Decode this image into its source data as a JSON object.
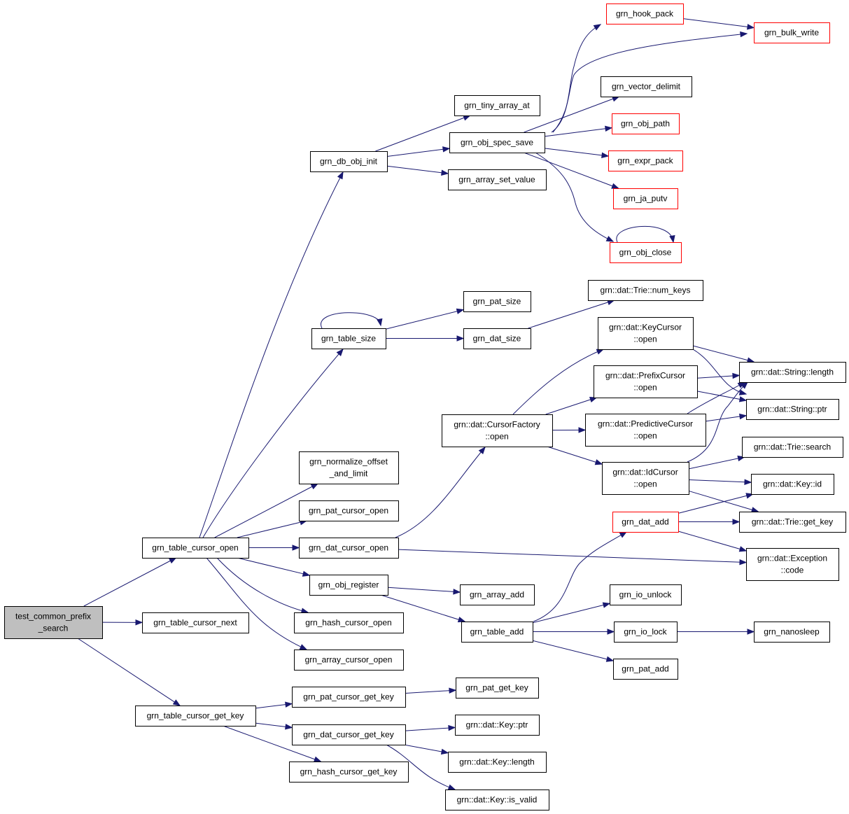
{
  "nodes": {
    "test_common_prefix_search": {
      "label": [
        "test_common_prefix",
        "_search"
      ],
      "style": "root"
    },
    "grn_table_cursor_open": {
      "label": [
        "grn_table_cursor_open"
      ],
      "style": "normal"
    },
    "grn_table_cursor_next": {
      "label": [
        "grn_table_cursor_next"
      ],
      "style": "normal"
    },
    "grn_table_cursor_get_key": {
      "label": [
        "grn_table_cursor_get_key"
      ],
      "style": "normal"
    },
    "grn_db_obj_init": {
      "label": [
        "grn_db_obj_init"
      ],
      "style": "normal"
    },
    "grn_table_size": {
      "label": [
        "grn_table_size"
      ],
      "style": "normal"
    },
    "grn_normalize_offset_and_limit": {
      "label": [
        "grn_normalize_offset",
        "_and_limit"
      ],
      "style": "normal"
    },
    "grn_pat_cursor_open": {
      "label": [
        "grn_pat_cursor_open"
      ],
      "style": "normal"
    },
    "grn_dat_cursor_open": {
      "label": [
        "grn_dat_cursor_open"
      ],
      "style": "normal"
    },
    "grn_obj_register": {
      "label": [
        "grn_obj_register"
      ],
      "style": "normal"
    },
    "grn_hash_cursor_open": {
      "label": [
        "grn_hash_cursor_open"
      ],
      "style": "normal"
    },
    "grn_array_cursor_open": {
      "label": [
        "grn_array_cursor_open"
      ],
      "style": "normal"
    },
    "grn_pat_cursor_get_key": {
      "label": [
        "grn_pat_cursor_get_key"
      ],
      "style": "normal"
    },
    "grn_dat_cursor_get_key": {
      "label": [
        "grn_dat_cursor_get_key"
      ],
      "style": "normal"
    },
    "grn_hash_cursor_get_key": {
      "label": [
        "grn_hash_cursor_get_key"
      ],
      "style": "normal"
    },
    "grn_tiny_array_at": {
      "label": [
        "grn_tiny_array_at"
      ],
      "style": "normal"
    },
    "grn_obj_spec_save": {
      "label": [
        "grn_obj_spec_save"
      ],
      "style": "normal"
    },
    "grn_array_set_value": {
      "label": [
        "grn_array_set_value"
      ],
      "style": "normal"
    },
    "grn_pat_size": {
      "label": [
        "grn_pat_size"
      ],
      "style": "normal"
    },
    "grn_dat_size": {
      "label": [
        "grn_dat_size"
      ],
      "style": "normal"
    },
    "CursorFactory_open": {
      "label": [
        "grn::dat::CursorFactory",
        "::open"
      ],
      "style": "normal"
    },
    "grn_array_add": {
      "label": [
        "grn_array_add"
      ],
      "style": "normal"
    },
    "grn_table_add": {
      "label": [
        "grn_table_add"
      ],
      "style": "normal"
    },
    "grn_pat_get_key": {
      "label": [
        "grn_pat_get_key"
      ],
      "style": "normal"
    },
    "Key_ptr": {
      "label": [
        "grn::dat::Key::ptr"
      ],
      "style": "normal"
    },
    "Key_length": {
      "label": [
        "grn::dat::Key::length"
      ],
      "style": "normal"
    },
    "Key_is_valid": {
      "label": [
        "grn::dat::Key::is_valid"
      ],
      "style": "normal"
    },
    "grn_hook_pack": {
      "label": [
        "grn_hook_pack"
      ],
      "style": "red"
    },
    "grn_vector_delimit": {
      "label": [
        "grn_vector_delimit"
      ],
      "style": "normal"
    },
    "grn_obj_path": {
      "label": [
        "grn_obj_path"
      ],
      "style": "red"
    },
    "grn_expr_pack": {
      "label": [
        "grn_expr_pack"
      ],
      "style": "red"
    },
    "grn_ja_putv": {
      "label": [
        "grn_ja_putv"
      ],
      "style": "red"
    },
    "grn_obj_close": {
      "label": [
        "grn_obj_close"
      ],
      "style": "red"
    },
    "grn_bulk_write": {
      "label": [
        "grn_bulk_write"
      ],
      "style": "red"
    },
    "Trie_num_keys": {
      "label": [
        "grn::dat::Trie::num_keys"
      ],
      "style": "normal"
    },
    "KeyCursor_open": {
      "label": [
        "grn::dat::KeyCursor",
        "::open"
      ],
      "style": "normal"
    },
    "PrefixCursor_open": {
      "label": [
        "grn::dat::PrefixCursor",
        "::open"
      ],
      "style": "normal"
    },
    "PredictiveCursor_open": {
      "label": [
        "grn::dat::PredictiveCursor",
        "::open"
      ],
      "style": "normal"
    },
    "IdCursor_open": {
      "label": [
        "grn::dat::IdCursor",
        "::open"
      ],
      "style": "normal"
    },
    "String_length": {
      "label": [
        "grn::dat::String::length"
      ],
      "style": "normal"
    },
    "String_ptr": {
      "label": [
        "grn::dat::String::ptr"
      ],
      "style": "normal"
    },
    "Trie_search": {
      "label": [
        "grn::dat::Trie::search"
      ],
      "style": "normal"
    },
    "Key_id": {
      "label": [
        "grn::dat::Key::id"
      ],
      "style": "normal"
    },
    "Trie_get_key": {
      "label": [
        "grn::dat::Trie::get_key"
      ],
      "style": "normal"
    },
    "Exception_code": {
      "label": [
        "grn::dat::Exception",
        "::code"
      ],
      "style": "normal"
    },
    "grn_dat_add": {
      "label": [
        "grn_dat_add"
      ],
      "style": "red"
    },
    "grn_io_unlock": {
      "label": [
        "grn_io_unlock"
      ],
      "style": "normal"
    },
    "grn_io_lock": {
      "label": [
        "grn_io_lock"
      ],
      "style": "normal"
    },
    "grn_pat_add": {
      "label": [
        "grn_pat_add"
      ],
      "style": "normal"
    },
    "grn_nanosleep": {
      "label": [
        "grn_nanosleep"
      ],
      "style": "normal"
    }
  },
  "edges": [
    [
      "test_common_prefix_search",
      "grn_table_cursor_open"
    ],
    [
      "test_common_prefix_search",
      "grn_table_cursor_next"
    ],
    [
      "test_common_prefix_search",
      "grn_table_cursor_get_key"
    ],
    [
      "grn_table_cursor_open",
      "grn_db_obj_init"
    ],
    [
      "grn_table_cursor_open",
      "grn_table_size"
    ],
    [
      "grn_table_cursor_open",
      "grn_normalize_offset_and_limit"
    ],
    [
      "grn_table_cursor_open",
      "grn_pat_cursor_open"
    ],
    [
      "grn_table_cursor_open",
      "grn_dat_cursor_open"
    ],
    [
      "grn_table_cursor_open",
      "grn_obj_register"
    ],
    [
      "grn_table_cursor_open",
      "grn_hash_cursor_open"
    ],
    [
      "grn_table_cursor_open",
      "grn_array_cursor_open"
    ],
    [
      "grn_table_cursor_get_key",
      "grn_pat_cursor_get_key"
    ],
    [
      "grn_table_cursor_get_key",
      "grn_dat_cursor_get_key"
    ],
    [
      "grn_table_cursor_get_key",
      "grn_hash_cursor_get_key"
    ],
    [
      "grn_db_obj_init",
      "grn_tiny_array_at"
    ],
    [
      "grn_db_obj_init",
      "grn_obj_spec_save"
    ],
    [
      "grn_db_obj_init",
      "grn_array_set_value"
    ],
    [
      "grn_obj_spec_save",
      "grn_hook_pack"
    ],
    [
      "grn_obj_spec_save",
      "grn_bulk_write"
    ],
    [
      "grn_obj_spec_save",
      "grn_vector_delimit"
    ],
    [
      "grn_obj_spec_save",
      "grn_obj_path"
    ],
    [
      "grn_obj_spec_save",
      "grn_expr_pack"
    ],
    [
      "grn_obj_spec_save",
      "grn_ja_putv"
    ],
    [
      "grn_obj_spec_save",
      "grn_obj_close"
    ],
    [
      "grn_hook_pack",
      "grn_bulk_write"
    ],
    [
      "grn_obj_close",
      "grn_obj_close"
    ],
    [
      "grn_table_size",
      "grn_table_size"
    ],
    [
      "grn_table_size",
      "grn_pat_size"
    ],
    [
      "grn_table_size",
      "grn_dat_size"
    ],
    [
      "grn_dat_size",
      "Trie_num_keys"
    ],
    [
      "grn_dat_cursor_open",
      "CursorFactory_open"
    ],
    [
      "grn_dat_cursor_open",
      "Exception_code"
    ],
    [
      "CursorFactory_open",
      "KeyCursor_open"
    ],
    [
      "CursorFactory_open",
      "PrefixCursor_open"
    ],
    [
      "CursorFactory_open",
      "PredictiveCursor_open"
    ],
    [
      "CursorFactory_open",
      "IdCursor_open"
    ],
    [
      "KeyCursor_open",
      "String_length"
    ],
    [
      "KeyCursor_open",
      "String_ptr"
    ],
    [
      "PrefixCursor_open",
      "String_length"
    ],
    [
      "PrefixCursor_open",
      "String_ptr"
    ],
    [
      "PredictiveCursor_open",
      "String_length"
    ],
    [
      "PredictiveCursor_open",
      "String_ptr"
    ],
    [
      "IdCursor_open",
      "String_length"
    ],
    [
      "IdCursor_open",
      "Trie_search"
    ],
    [
      "IdCursor_open",
      "Key_id"
    ],
    [
      "IdCursor_open",
      "Trie_get_key"
    ],
    [
      "grn_obj_register",
      "grn_array_add"
    ],
    [
      "grn_obj_register",
      "grn_table_add"
    ],
    [
      "grn_table_add",
      "grn_dat_add"
    ],
    [
      "grn_table_add",
      "grn_io_unlock"
    ],
    [
      "grn_table_add",
      "grn_io_lock"
    ],
    [
      "grn_table_add",
      "grn_pat_add"
    ],
    [
      "grn_dat_add",
      "Key_id"
    ],
    [
      "grn_dat_add",
      "Trie_get_key"
    ],
    [
      "grn_dat_add",
      "Exception_code"
    ],
    [
      "grn_io_lock",
      "grn_nanosleep"
    ],
    [
      "grn_pat_cursor_get_key",
      "grn_pat_get_key"
    ],
    [
      "grn_dat_cursor_get_key",
      "Key_ptr"
    ],
    [
      "grn_dat_cursor_get_key",
      "Key_length"
    ],
    [
      "grn_dat_cursor_get_key",
      "Key_is_valid"
    ]
  ]
}
